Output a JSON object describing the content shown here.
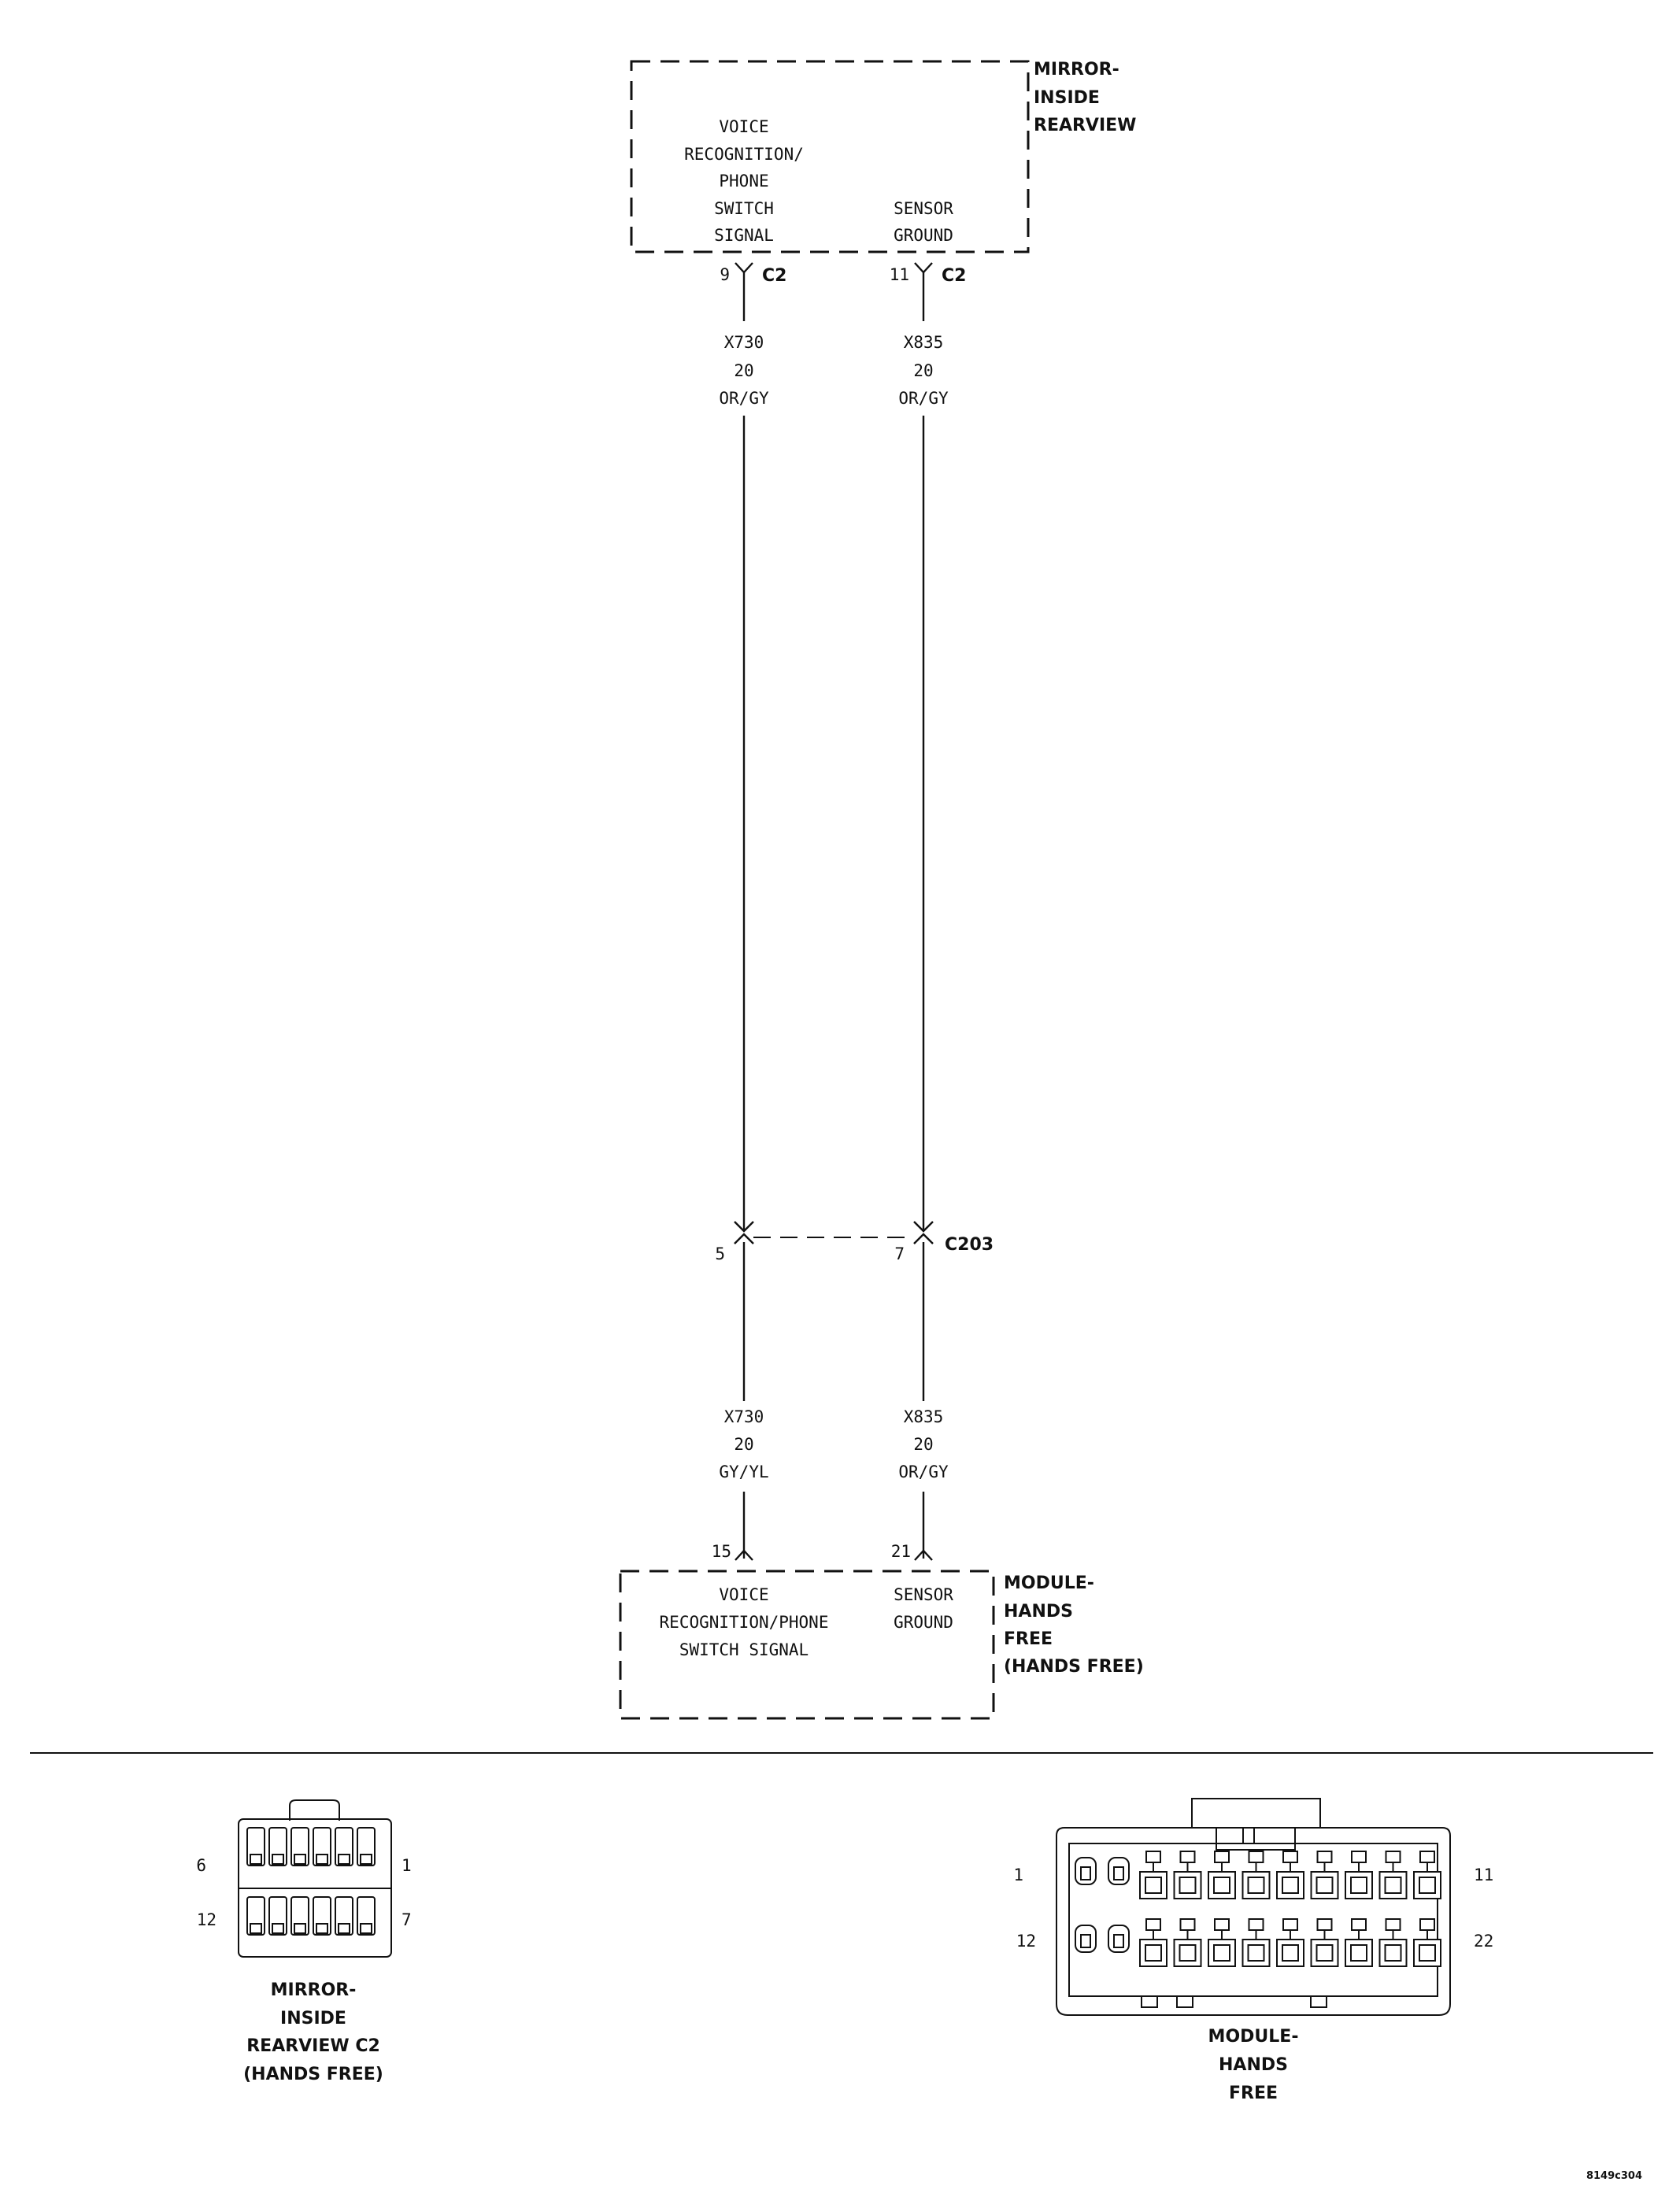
{
  "mirror": {
    "name": [
      "MIRROR-",
      "INSIDE",
      "REARVIEW"
    ],
    "voice_func": [
      "VOICE",
      "RECOGNITION/",
      "PHONE",
      "SWITCH",
      "SIGNAL"
    ],
    "ground_func": [
      "SENSOR",
      "GROUND"
    ],
    "pin_voice": "9",
    "pin_ground": "11",
    "connector": "C2"
  },
  "wires_upper": {
    "voice": [
      "X730",
      "20",
      "OR/GY"
    ],
    "ground": [
      "X835",
      "20",
      "OR/GY"
    ]
  },
  "inline_connector": {
    "name": "C203",
    "pin_voice": "5",
    "pin_ground": "7"
  },
  "wires_lower": {
    "voice": [
      "X730",
      "20",
      "GY/YL"
    ],
    "ground": [
      "X835",
      "20",
      "OR/GY"
    ]
  },
  "module": {
    "name": [
      "MODULE-",
      "HANDS",
      "FREE",
      "(HANDS FREE)"
    ],
    "voice_func": [
      "VOICE",
      "RECOGNITION/PHONE",
      "SWITCH SIGNAL"
    ],
    "ground_func": [
      "SENSOR",
      "GROUND"
    ],
    "pin_voice": "15",
    "pin_ground": "21"
  },
  "connector_views": {
    "mirror_c2": {
      "caption": [
        "MIRROR-",
        "INSIDE",
        "REARVIEW C2",
        "(HANDS FREE)"
      ],
      "pin_labels": {
        "top_left": "6",
        "top_right": "1",
        "bottom_left": "12",
        "bottom_right": "7"
      }
    },
    "module_hands_free": {
      "caption": [
        "MODULE-",
        "HANDS",
        "FREE"
      ],
      "pin_labels": {
        "top_left": "1",
        "top_right": "11",
        "bottom_left": "12",
        "bottom_right": "22"
      }
    }
  },
  "figure_id": "8149c304"
}
